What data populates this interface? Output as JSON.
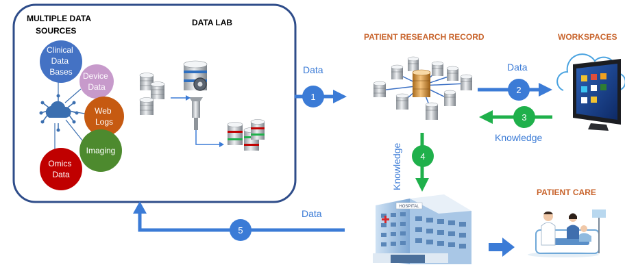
{
  "sources": {
    "heading_line1": "MULTIPLE DATA",
    "heading_line2": "SOURCES",
    "clinical_lines": [
      "Clinical",
      "Data",
      "Bases"
    ],
    "device_lines": [
      "Device",
      "Data"
    ],
    "web_lines": [
      "Web",
      "Logs"
    ],
    "imaging": "Imaging",
    "omics_lines": [
      "Omics",
      "Data"
    ]
  },
  "data_lab": {
    "title": "DATA LAB"
  },
  "research_record": {
    "title": "PATIENT RESEARCH RECORD"
  },
  "workspaces": {
    "title": "WORKSPACES"
  },
  "patient_care": {
    "title": "PATIENT CARE"
  },
  "flows": {
    "step1_label": "Data",
    "step2_label": "Data",
    "step3_label": "Knowledge",
    "step4_label": "Knowledge",
    "step5_label": "Data"
  },
  "steps": [
    "1",
    "2",
    "3",
    "4",
    "5"
  ],
  "hospital_sign": "HOSPITAL",
  "colors": {
    "frame": "#2f4d8a",
    "accent_orange": "#c8632b",
    "flow_blue": "#3b7bd6",
    "flow_green": "#1fb04b",
    "clinical": "#4472c4",
    "device": "#c79acb",
    "web": "#c65a11",
    "imaging": "#4d8a2e",
    "omics": "#c00000"
  }
}
